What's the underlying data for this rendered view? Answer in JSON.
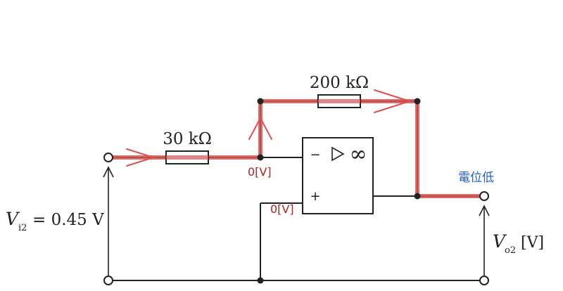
{
  "resistors": {
    "r_input_label": "30 kΩ",
    "r_feedback_label": "200 kΩ"
  },
  "opamp": {
    "minus_sign": "−",
    "plus_sign": "+",
    "infinity_symbol": "∞"
  },
  "annotations": {
    "node_minus_potential": "0[V]",
    "node_plus_potential": "0[V]",
    "output_note": "電位低",
    "annotation_color": "#b22222",
    "note_color": "#1f5fd1",
    "highlight_color": "#d9534f"
  },
  "input": {
    "label_main": "V",
    "label_sub": "i2",
    "label_value": "= 0.45 V"
  },
  "output": {
    "label_main": "V",
    "label_sub": "o2",
    "label_unit": "[V]"
  }
}
